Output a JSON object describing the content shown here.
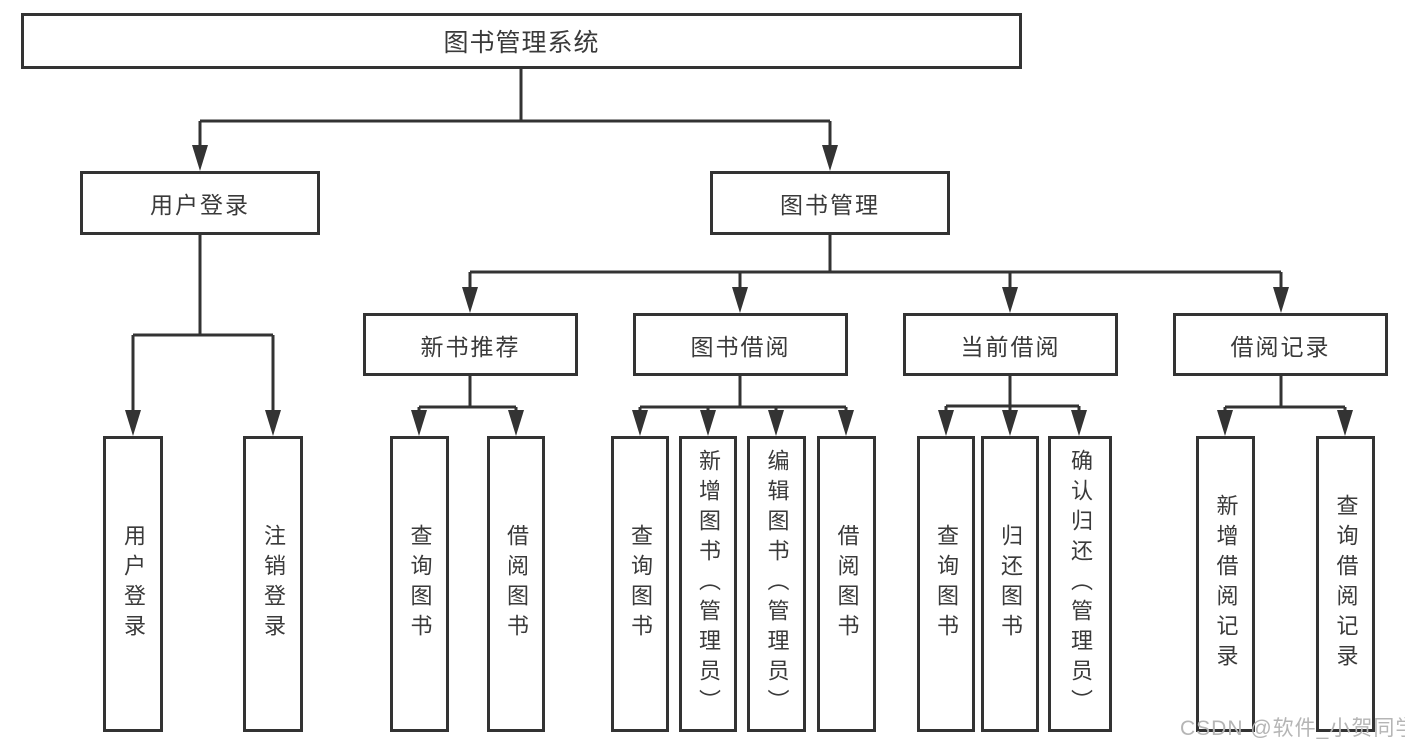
{
  "colors": {
    "stroke": "#333333",
    "text": "#3a3a3a",
    "background": "#ffffff",
    "watermark": "#b5b5b5"
  },
  "watermark": {
    "text": "CSDN @软件_小贺同学"
  },
  "tree": {
    "root": {
      "label": "图书管理系统"
    },
    "children": [
      {
        "label": "用户登录",
        "children": [
          {
            "label": "用户登录"
          },
          {
            "label": "注销登录"
          }
        ]
      },
      {
        "label": "图书管理",
        "children": [
          {
            "label": "新书推荐",
            "children": [
              {
                "label": "查询图书"
              },
              {
                "label": "借阅图书"
              }
            ]
          },
          {
            "label": "图书借阅",
            "children": [
              {
                "label": "查询图书"
              },
              {
                "label": "新增图书（管理员）"
              },
              {
                "label": "编辑图书（管理员）"
              },
              {
                "label": "借阅图书"
              }
            ]
          },
          {
            "label": "当前借阅",
            "children": [
              {
                "label": "查询图书"
              },
              {
                "label": "归还图书"
              },
              {
                "label": "确认归还（管理员）"
              }
            ]
          },
          {
            "label": "借阅记录",
            "children": [
              {
                "label": "新增借阅记录"
              },
              {
                "label": "查询借阅记录"
              }
            ]
          }
        ]
      }
    ]
  }
}
